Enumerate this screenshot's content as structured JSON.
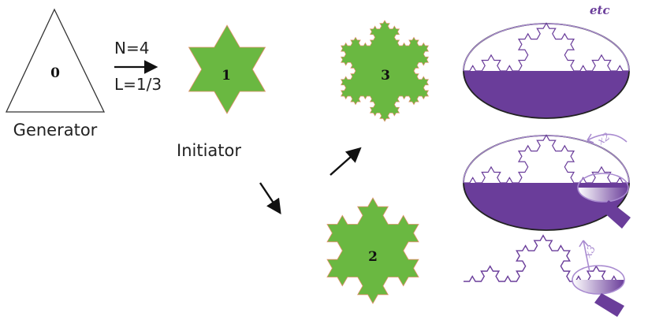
{
  "labels": {
    "generator_number": "0",
    "generator_caption": "Generator",
    "n_value": "N=4",
    "l_value": "L=1/3",
    "initiator_number": "1",
    "initiator_caption": "Initiator",
    "iteration_two": "2",
    "iteration_three": "3",
    "etc": "etc",
    "times_two": "x2",
    "times_three": "x3"
  },
  "colors": {
    "snowflake_fill": "#6ab841",
    "snowflake_edge": "#e0906a",
    "purple": "#6a3d9a",
    "purple_light": "#a98bd0",
    "outline": "#222222"
  },
  "icons": [
    "arrow-right-icon",
    "arrow-down-right-icon",
    "arrow-up-right-icon",
    "magnifier-icon"
  ]
}
